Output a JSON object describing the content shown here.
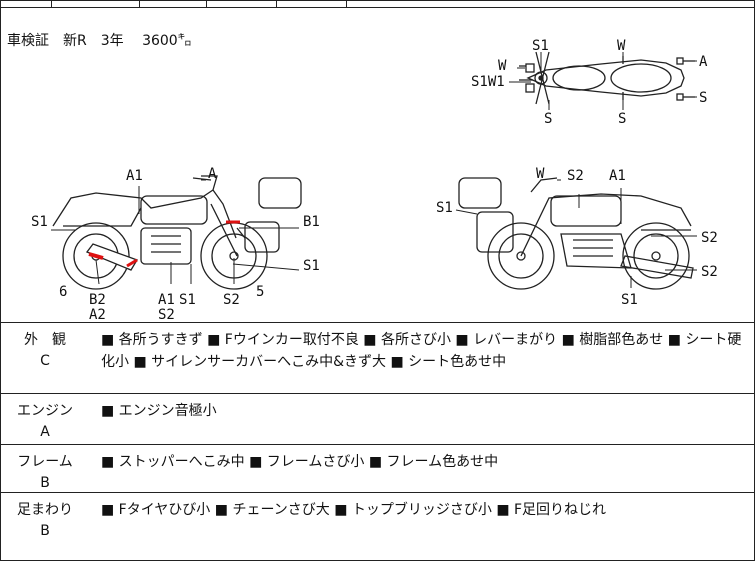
{
  "header": {
    "registration": "車検証　新R　3年　 3600㌔"
  },
  "top_view_labels": {
    "s1": "S1",
    "w": "W",
    "w_left": "W",
    "s1w1": "S1W1",
    "a": "A",
    "s_right": "S",
    "s_bottom1": "S",
    "s_bottom2": "S"
  },
  "left_view_labels": {
    "a1": "A1",
    "a": "A",
    "s1_left": "S1",
    "b1": "B1",
    "s1_right": "S1",
    "n6": "6",
    "n5": "5",
    "b2": "B2",
    "a2": "A2",
    "a1_bottom": "A1",
    "s1_bottom": "S1",
    "s2_bottom": "S2",
    "s2_mid": "S2"
  },
  "right_view_labels": {
    "w": "W",
    "s2_top": "S2",
    "a1": "A1",
    "s1_left": "S1",
    "s2_right1": "S2",
    "s2_right2": "S2",
    "s1_bottom": "S1"
  },
  "sections": [
    {
      "name": "外　観",
      "grade": "C",
      "line1": "■ 各所うすきず ■ Fウインカー取付不良 ■ 各所さび小 ■ レバーまがり ■ 樹脂部色あせ ■ シート硬",
      "line2": "化小 ■ サイレンサーカバーへこみ中&きず大 ■ シート色あせ中"
    },
    {
      "name": "エンジン",
      "grade": "A",
      "line1": "■ エンジン音極小",
      "line2": ""
    },
    {
      "name": "フレーム",
      "grade": "B",
      "line1": "■ ストッパーへこみ中 ■ フレームさび小 ■ フレーム色あせ中",
      "line2": ""
    },
    {
      "name": "足まわり",
      "grade": "B",
      "line1": "■ Fタイヤひび小 ■ チェーンさび大 ■ トップブリッジさび小 ■ F足回りねじれ",
      "line2": ""
    }
  ]
}
